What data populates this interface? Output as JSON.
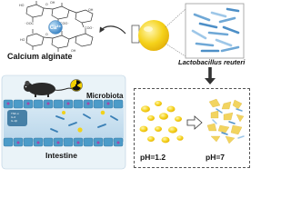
{
  "molecule": {
    "ion": "Ca²⁺",
    "hydroxyl": "OH",
    "carboxyl": "COO⁻",
    "oxygen": "O",
    "hydroxyl_text": "HO",
    "carboxyl_text": "⁻OOC",
    "label": "Calcium alginate"
  },
  "bacteria": {
    "label": "Lactobacillus reuteri"
  },
  "intestine": {
    "microbiota_label": "Microbiota",
    "intestine_label": "Intestine",
    "cytokines": [
      "TNF-α",
      "IL-6",
      "IL-1β"
    ]
  },
  "release": {
    "acid_label": "pH=1.2",
    "neutral_label": "pH=7"
  },
  "colors": {
    "bead": "#f2d21b",
    "bead_dark": "#e0b90a",
    "bacteria_blue": "#6fa8d6",
    "panel_border": "#9a9a9a",
    "calcium_ion": "#5aa0d8"
  }
}
